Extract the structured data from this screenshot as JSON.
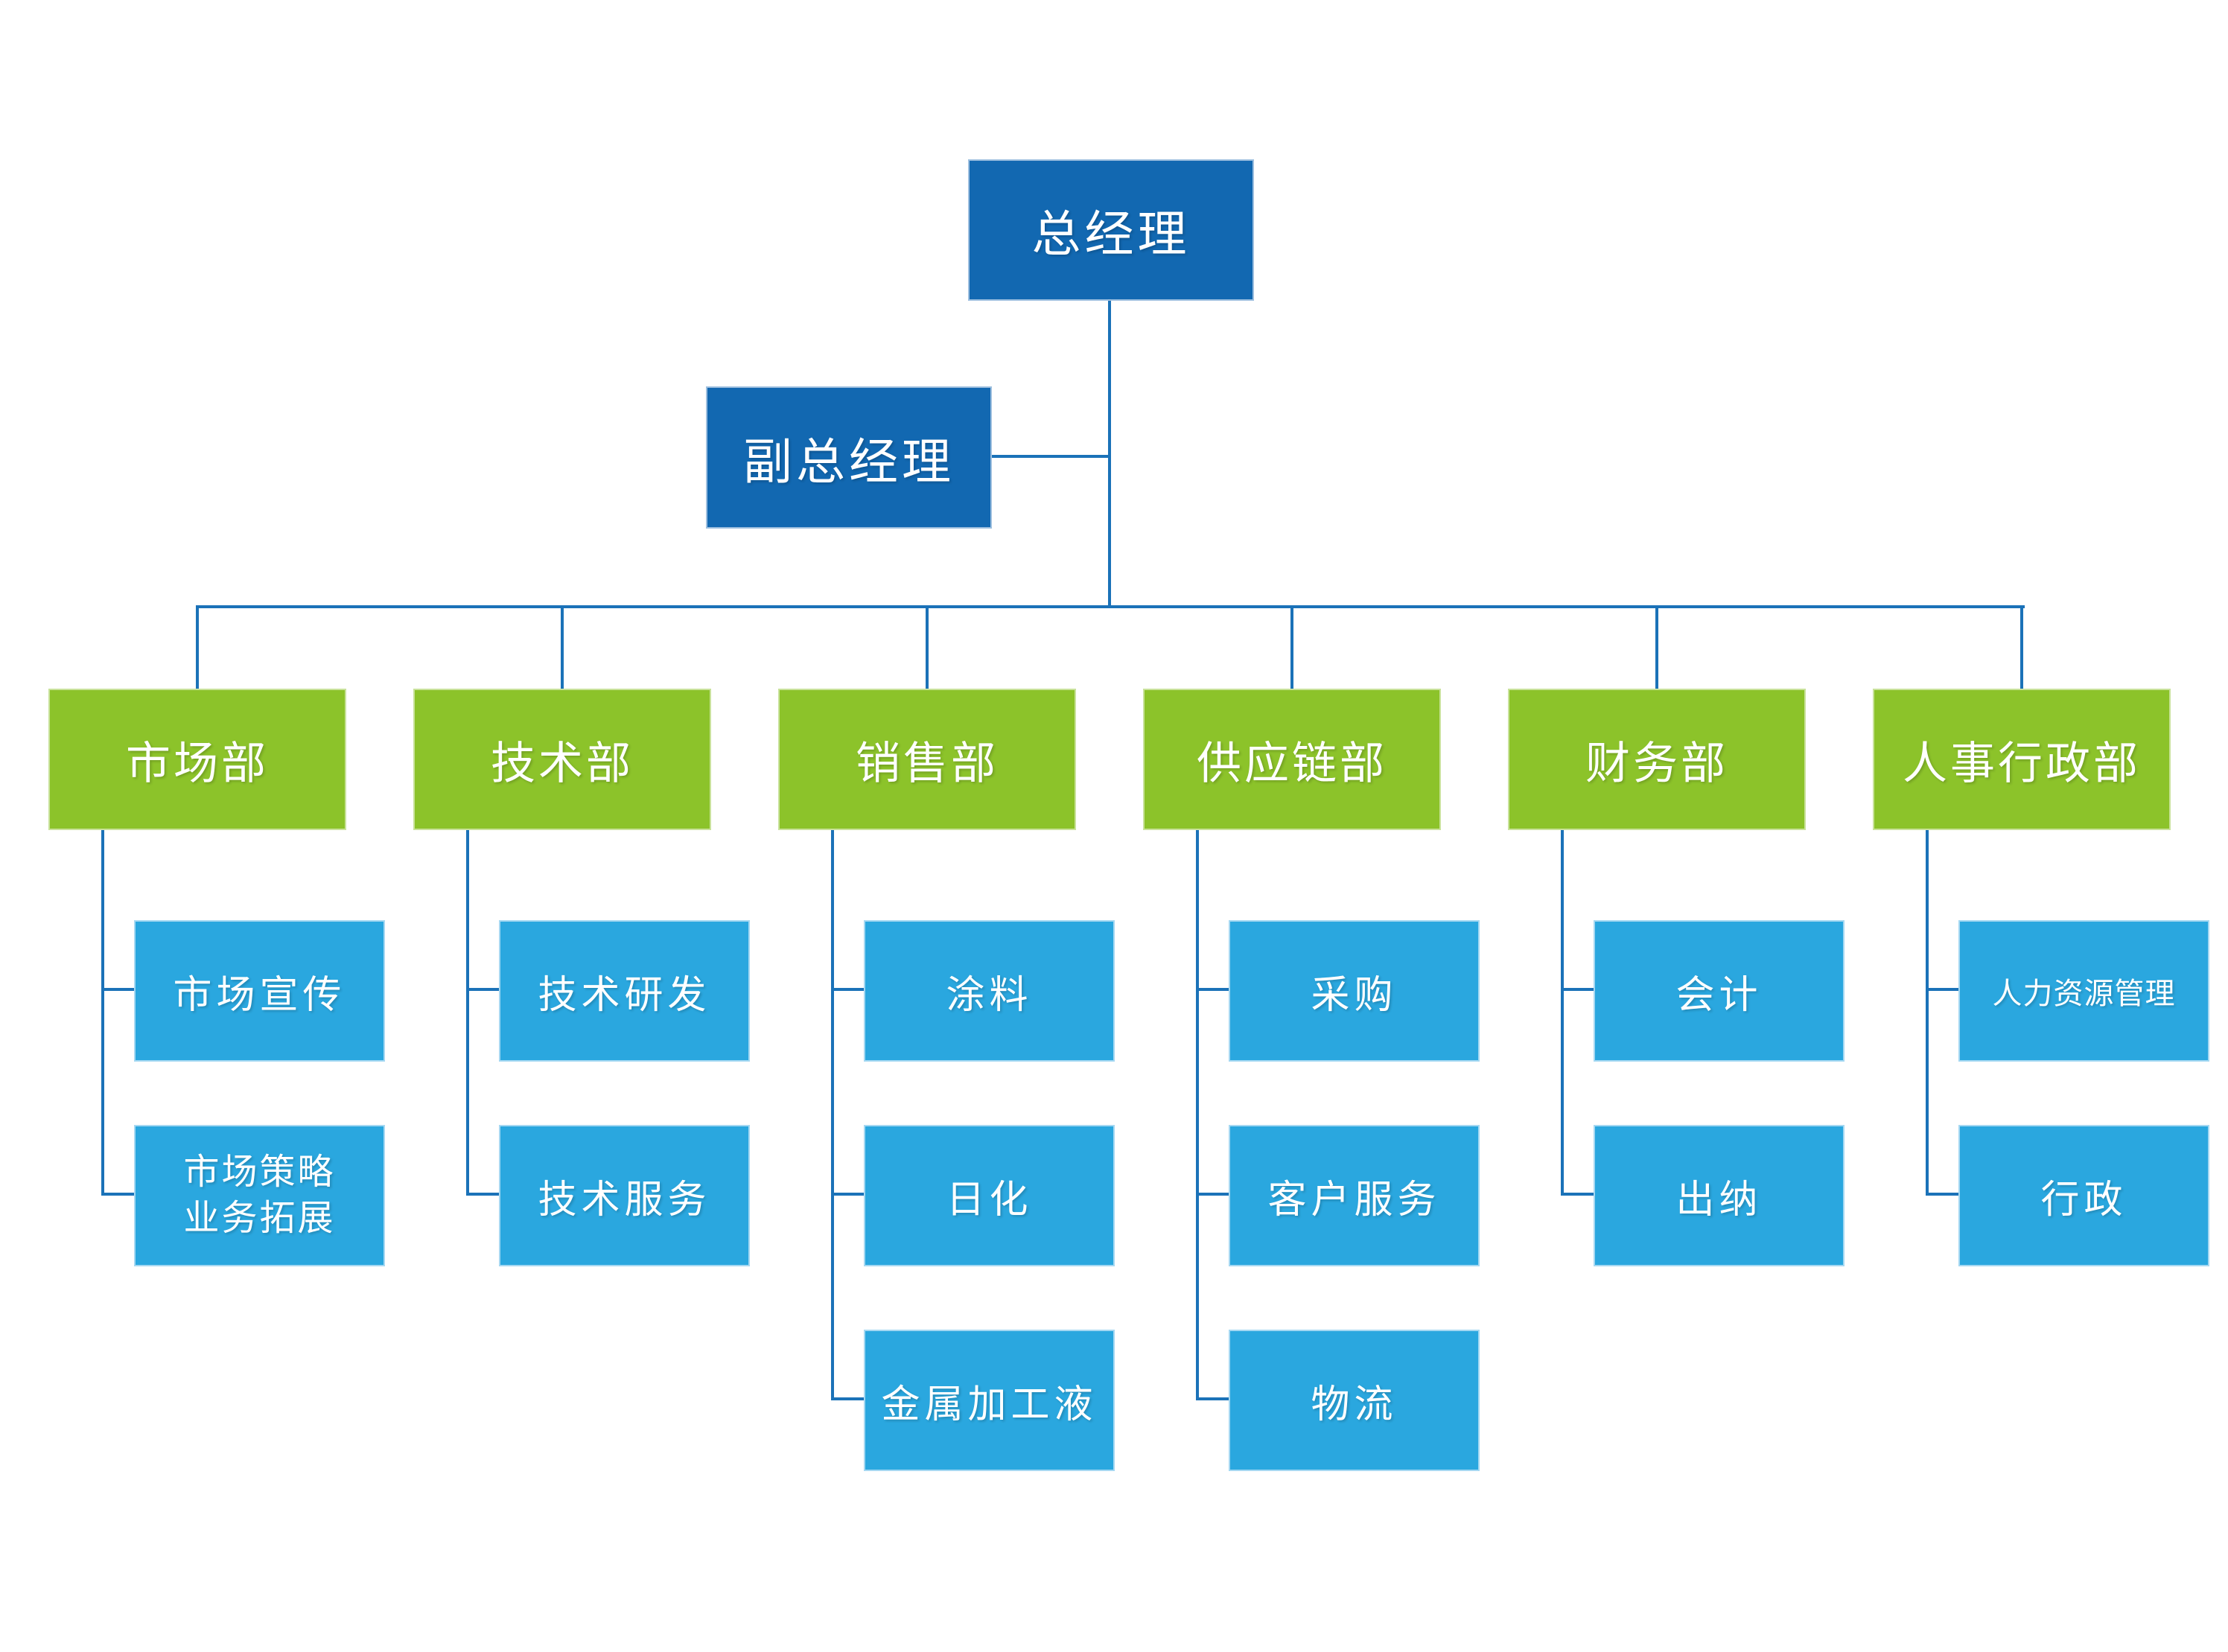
{
  "org_chart": {
    "title": "company-organization-chart",
    "root": {
      "label": "总经理"
    },
    "deputy": {
      "label": "副总经理"
    },
    "departments": [
      {
        "label": "市场部",
        "children": [
          {
            "label": "市场宣传"
          },
          {
            "label": "市场策略\n业务拓展",
            "style": "two-line"
          }
        ]
      },
      {
        "label": "技术部",
        "children": [
          {
            "label": "技术研发"
          },
          {
            "label": "技术服务"
          }
        ]
      },
      {
        "label": "销售部",
        "children": [
          {
            "label": "涂料"
          },
          {
            "label": "日化"
          },
          {
            "label": "金属加工液"
          }
        ]
      },
      {
        "label": "供应链部",
        "children": [
          {
            "label": "采购"
          },
          {
            "label": "客户服务"
          },
          {
            "label": "物流"
          }
        ]
      },
      {
        "label": "财务部",
        "children": [
          {
            "label": "会计"
          },
          {
            "label": "出纳"
          }
        ]
      },
      {
        "label": "人事行政部",
        "children": [
          {
            "label": "人力资源管理",
            "style": "small"
          },
          {
            "label": "行政"
          }
        ]
      }
    ],
    "colors": {
      "executive_box": "#1268B1",
      "department_box": "#8CC32A",
      "unit_box": "#2AA7DF",
      "connector_line": "#1B72B8",
      "text": "#FFFFFF"
    }
  }
}
